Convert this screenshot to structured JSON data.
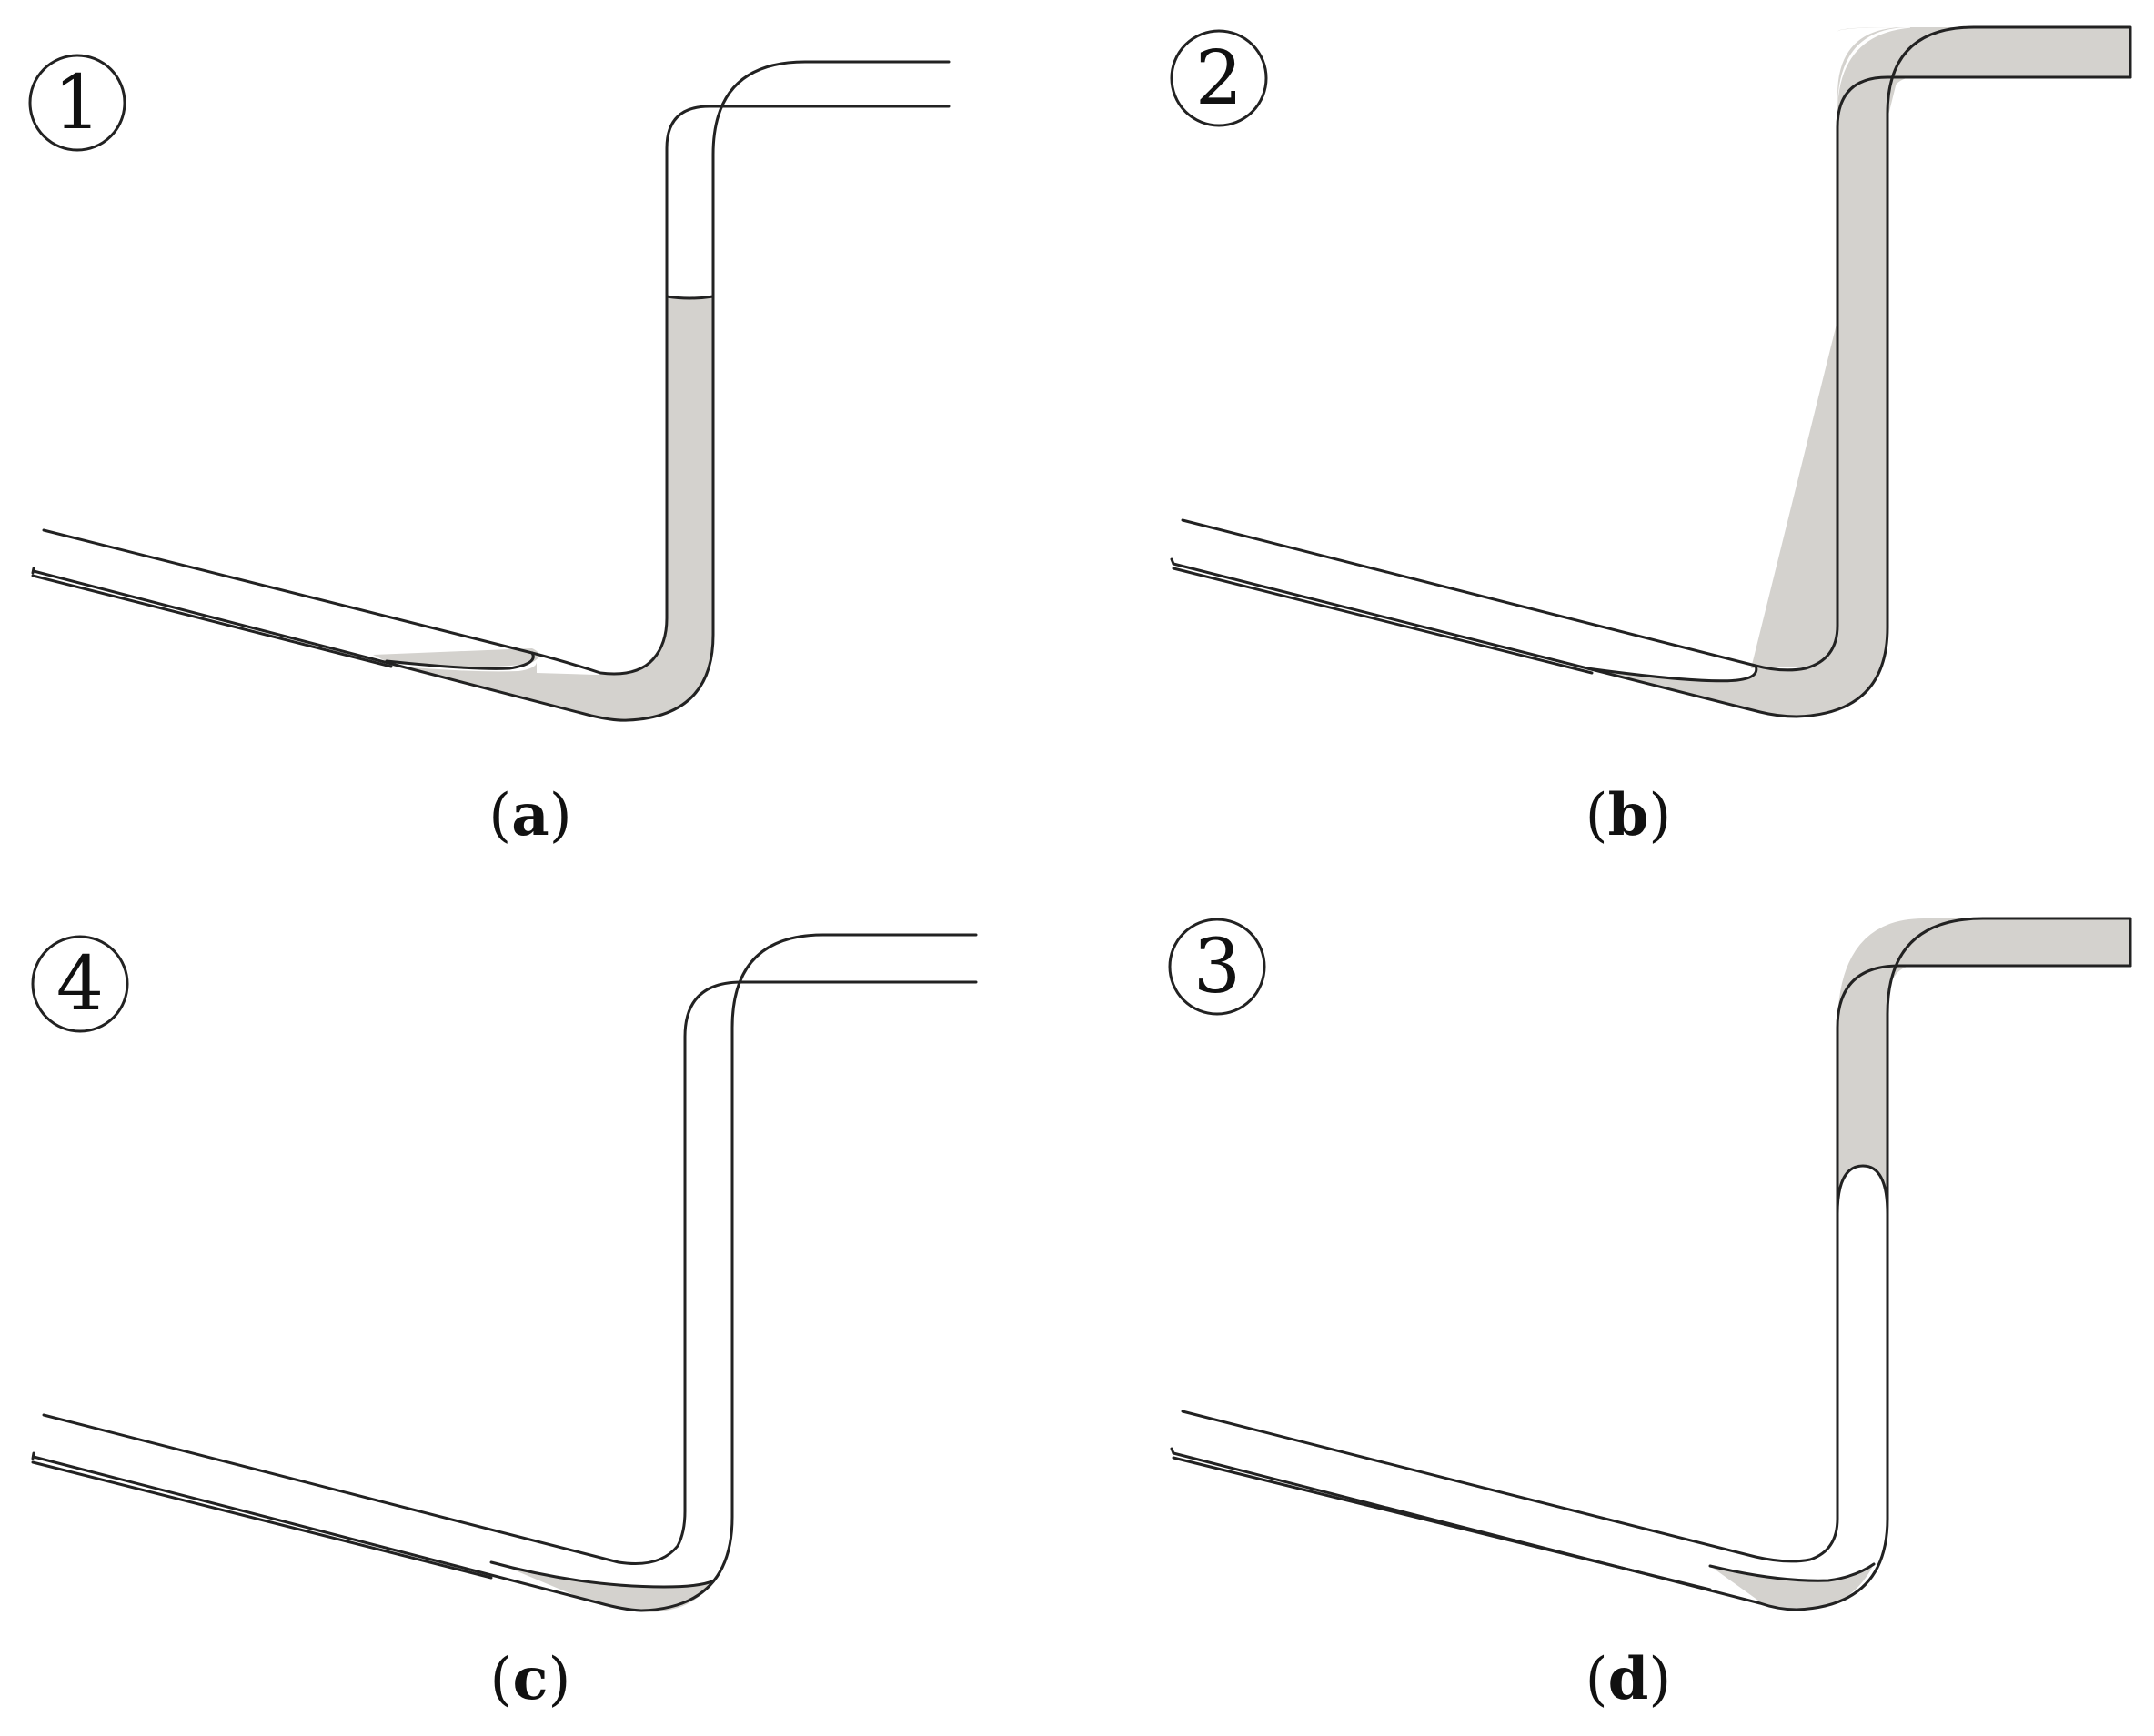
{
  "colors": {
    "liquid": "#d4d2ce",
    "line": "#222222",
    "background": "#ffffff"
  },
  "panels": [
    {
      "id": "a",
      "step_number": "1",
      "caption": "a"
    },
    {
      "id": "b",
      "step_number": "2",
      "caption": "b"
    },
    {
      "id": "c",
      "step_number": "4",
      "caption": "c"
    },
    {
      "id": "d",
      "step_number": "3",
      "caption": "d"
    }
  ]
}
